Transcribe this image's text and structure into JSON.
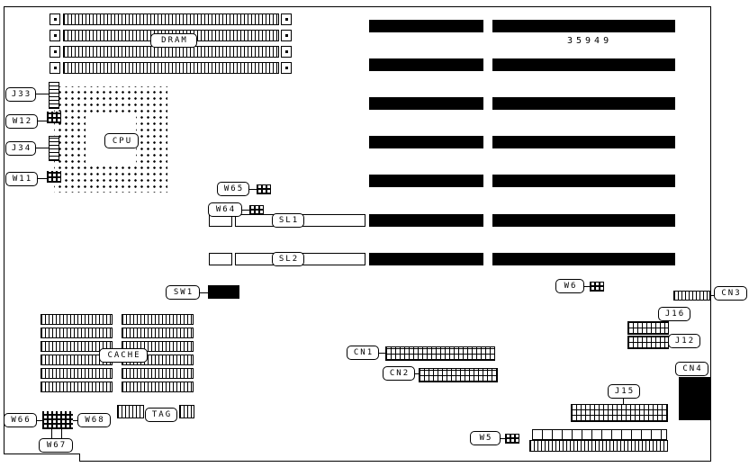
{
  "diagram": {
    "board_number": "35949",
    "labels": {
      "dram": "DRAM",
      "cpu": "CPU",
      "cache": "CACHE",
      "tag": "TAG",
      "j33": "J33",
      "w12": "W12",
      "j34": "J34",
      "w11": "W11",
      "w65": "W65",
      "w64": "W64",
      "sl1": "SL1",
      "sl2": "SL2",
      "sw1": "SW1",
      "w6": "W6",
      "cn1": "CN1",
      "cn2": "CN2",
      "cn3": "CN3",
      "cn4": "CN4",
      "j12": "J12",
      "j15": "J15",
      "j16": "J16",
      "w5": "W5",
      "w66": "W66",
      "w67": "W67",
      "w68": "W68"
    }
  }
}
